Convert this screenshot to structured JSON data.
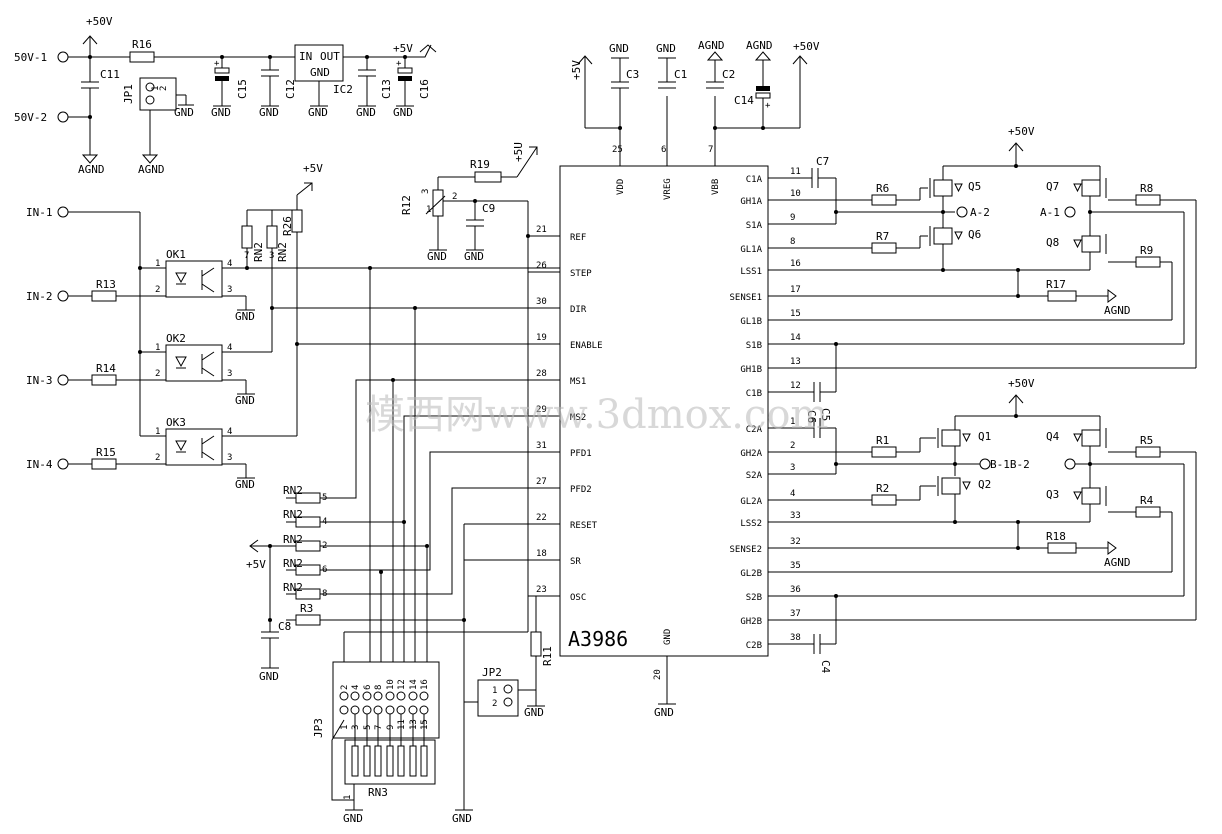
{
  "ic": {
    "name": "A3986",
    "left_pins": [
      {
        "num": "21",
        "name": "REF"
      },
      {
        "num": "26",
        "name": "STEP"
      },
      {
        "num": "30",
        "name": "DIR"
      },
      {
        "num": "19",
        "name": "ENABLE"
      },
      {
        "num": "28",
        "name": "MS1"
      },
      {
        "num": "29",
        "name": "MS2"
      },
      {
        "num": "31",
        "name": "PFD1"
      },
      {
        "num": "27",
        "name": "PFD2"
      },
      {
        "num": "22",
        "name": "RESET"
      },
      {
        "num": "18",
        "name": "SR"
      },
      {
        "num": "23",
        "name": "OSC"
      }
    ],
    "right_pins": [
      {
        "num": "11",
        "name": "C1A"
      },
      {
        "num": "10",
        "name": "GH1A"
      },
      {
        "num": "9",
        "name": "S1A"
      },
      {
        "num": "8",
        "name": "GL1A"
      },
      {
        "num": "16",
        "name": "LSS1"
      },
      {
        "num": "17",
        "name": "SENSE1"
      },
      {
        "num": "15",
        "name": "GL1B"
      },
      {
        "num": "14",
        "name": "S1B"
      },
      {
        "num": "13",
        "name": "GH1B"
      },
      {
        "num": "12",
        "name": "C1B"
      },
      {
        "num": "1",
        "name": "C2A"
      },
      {
        "num": "2",
        "name": "GH2A"
      },
      {
        "num": "3",
        "name": "S2A"
      },
      {
        "num": "4",
        "name": "GL2A"
      },
      {
        "num": "33",
        "name": "LSS2"
      },
      {
        "num": "32",
        "name": "SENSE2"
      },
      {
        "num": "35",
        "name": "GL2B"
      },
      {
        "num": "36",
        "name": "S2B"
      },
      {
        "num": "37",
        "name": "GH2B"
      },
      {
        "num": "38",
        "name": "C2B"
      }
    ],
    "top_pins": [
      {
        "num": "25",
        "name": "VDD"
      },
      {
        "num": "6",
        "name": "VREG"
      },
      {
        "num": "7",
        "name": "VBB"
      }
    ],
    "bottom_pin": {
      "num": "20",
      "name": "GND"
    }
  },
  "labels": {
    "p50v": "+50V",
    "p5v": "+5V",
    "p5u": "+5U",
    "gnd": "GND",
    "agnd": "AGND",
    "in1": "IN-1",
    "in2": "IN-2",
    "in3": "IN-3",
    "in4": "IN-4",
    "v50_1": "50V-1",
    "v50_2": "50V-2",
    "a1": "A-1",
    "a2": "A-2",
    "b1b2": "B-1B-2"
  },
  "parts": {
    "r16": "R16",
    "r19": "R19",
    "r12": "R12",
    "r26": "R26",
    "r13": "R13",
    "r14": "R14",
    "r15": "R15",
    "r3": "R3",
    "r11": "R11",
    "r6": "R6",
    "r7": "R7",
    "r8": "R8",
    "r9": "R9",
    "r17": "R17",
    "r1": "R1",
    "r2": "R2",
    "r4": "R4",
    "r5": "R5",
    "r18": "R18",
    "rn2": "RN2",
    "rn3": "RN3",
    "c1": "C1",
    "c2": "C2",
    "c3": "C3",
    "c4": "C4",
    "c5": "C5",
    "c6": "C6",
    "c7": "C7",
    "c8": "C8",
    "c9": "C9",
    "c11": "C11",
    "c12": "C12",
    "c13": "C13",
    "c14": "C14",
    "c15": "C15",
    "c16": "C16",
    "q1": "Q1",
    "q2": "Q2",
    "q3": "Q3",
    "q4": "Q4",
    "q5": "Q5",
    "q6": "Q6",
    "q7": "Q7",
    "q8": "Q8",
    "ok1": "OK1",
    "ok2": "OK2",
    "ok3": "OK3",
    "ic2": "IC2",
    "ic2_in": "IN",
    "ic2_out": "OUT",
    "ic2_gnd": "GND",
    "jp1": "JP1",
    "jp2": "JP2",
    "jp3": "JP3"
  },
  "pin_numbers": {
    "n1": "1",
    "n2": "2",
    "n3": "3",
    "n4": "4",
    "n5": "5",
    "n6": "6",
    "n7": "7",
    "n8": "8",
    "n9": "9",
    "n10": "10",
    "n11": "11",
    "n12": "12",
    "n13": "13",
    "n14": "14",
    "n15": "15",
    "n16": "16"
  },
  "watermark": "模西网www.3dmox.com"
}
